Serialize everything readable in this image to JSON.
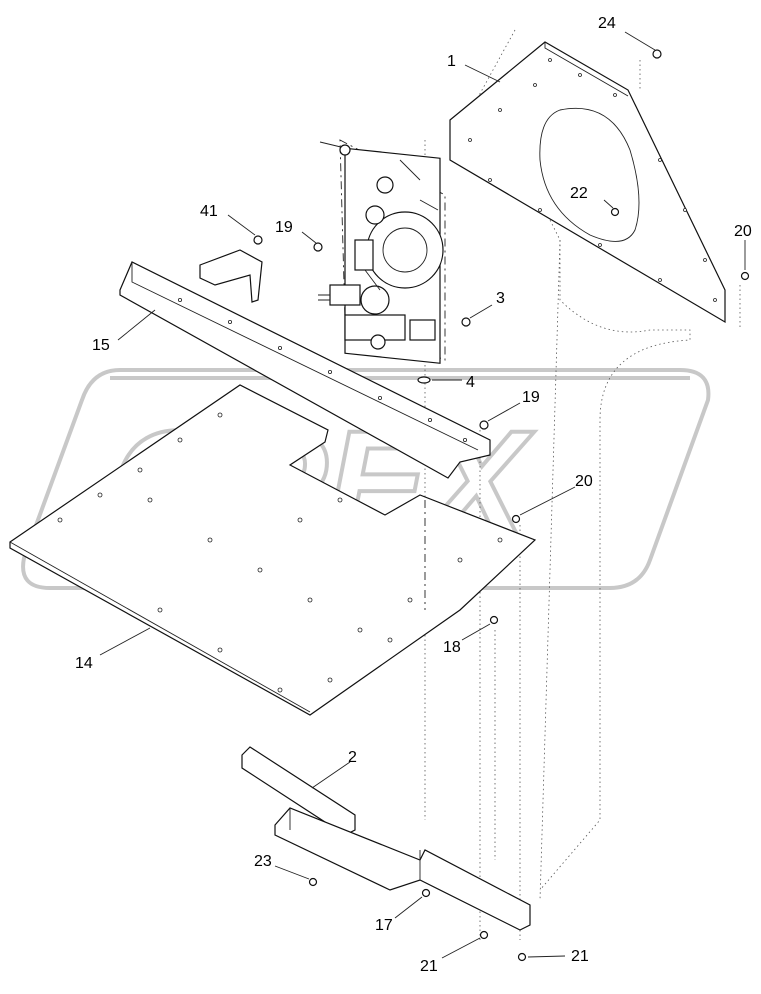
{
  "watermark": "OPEX",
  "callouts": [
    {
      "id": "c24a",
      "label": "24"
    },
    {
      "id": "c1",
      "label": "1"
    },
    {
      "id": "c41",
      "label": "41"
    },
    {
      "id": "c19a",
      "label": "19"
    },
    {
      "id": "c22",
      "label": "22"
    },
    {
      "id": "c20a",
      "label": "20"
    },
    {
      "id": "c3",
      "label": "3"
    },
    {
      "id": "c15",
      "label": "15"
    },
    {
      "id": "c4",
      "label": "4"
    },
    {
      "id": "c19b",
      "label": "19"
    },
    {
      "id": "c20b",
      "label": "20"
    },
    {
      "id": "c18",
      "label": "18"
    },
    {
      "id": "c14",
      "label": "14"
    },
    {
      "id": "c2",
      "label": "2"
    },
    {
      "id": "c23",
      "label": "23"
    },
    {
      "id": "c17",
      "label": "17"
    },
    {
      "id": "c21a",
      "label": "21"
    },
    {
      "id": "c21b",
      "label": "21"
    }
  ]
}
